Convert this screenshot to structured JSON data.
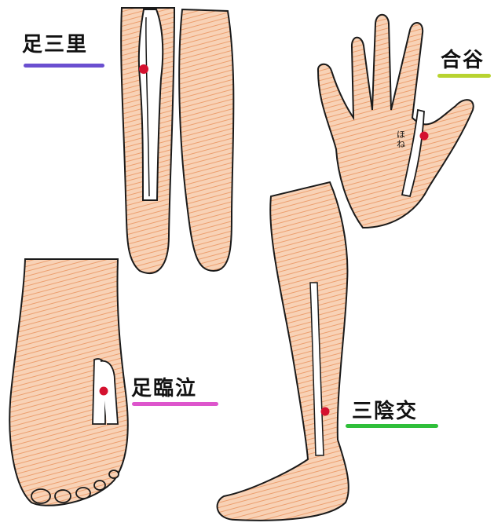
{
  "labels": {
    "zusanri": "足三里",
    "goukoku": "合谷",
    "ashirinkyu": "足臨泣",
    "sanninkou": "三陰交",
    "bone_note": "ほね"
  },
  "colors": {
    "skin": "#f2b48c",
    "skin_light": "#f8d2b6",
    "outline": "#1a1a1a",
    "point": "#d4112f",
    "underline_zusanri": "#6a4fd0",
    "underline_goukoku": "#b8d330",
    "underline_ashirinkyu": "#dd55cc",
    "underline_sanninkou": "#2fbf3a"
  }
}
